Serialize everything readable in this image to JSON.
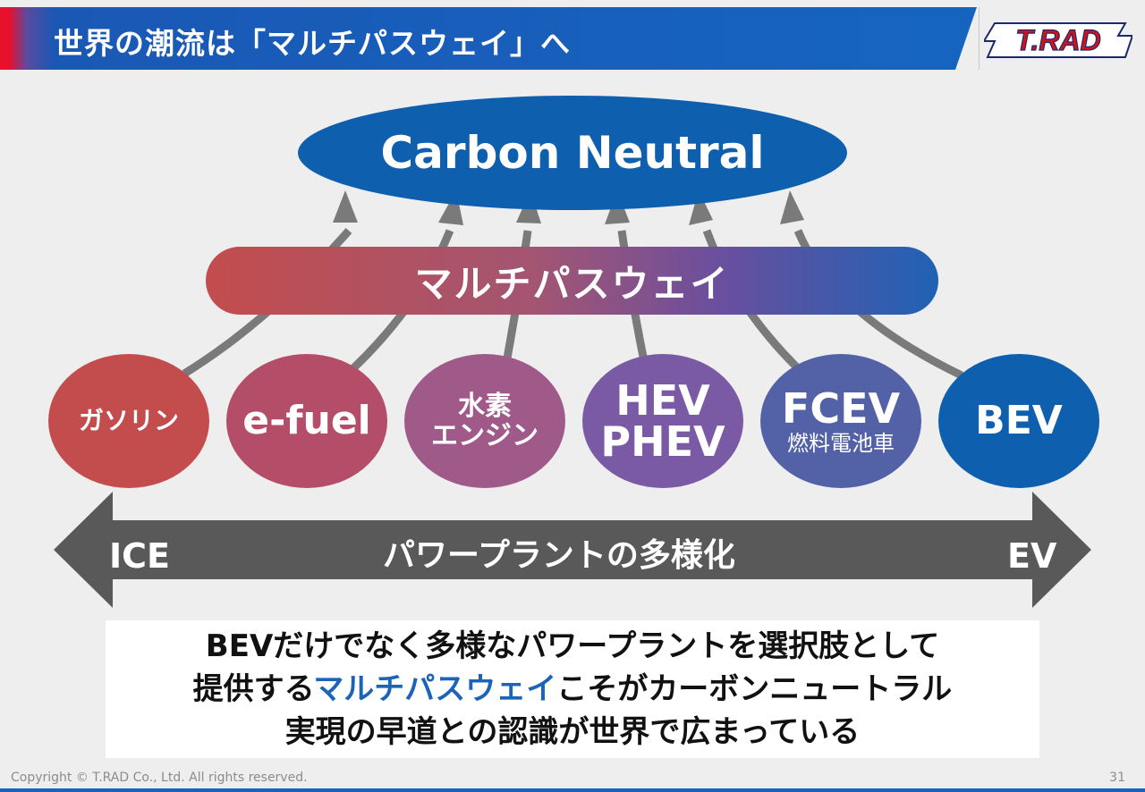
{
  "header": {
    "title": "世界の潮流は「マルチパスウェイ」へ"
  },
  "diagram": {
    "goal": "Carbon Neutral",
    "pathway": "マルチパスウェイ",
    "nodes": [
      {
        "lines": [
          "ガソリン"
        ],
        "color": "#c34d4d"
      },
      {
        "lines": [
          "e-fuel"
        ],
        "color": "#b44e68"
      },
      {
        "lines": [
          "水素",
          "エンジン"
        ],
        "color": "#a05a8a"
      },
      {
        "lines": [
          "HEV",
          "PHEV"
        ],
        "color": "#7a5aa4"
      },
      {
        "lines": [
          "FCEV"
        ],
        "sub": "燃料電池車",
        "color": "#5361a6"
      },
      {
        "lines": [
          "BEV"
        ],
        "color": "#0f5faf"
      }
    ],
    "axis": {
      "left": "ICE",
      "center": "パワープラントの多様化",
      "right": "EV"
    }
  },
  "message": {
    "line1": "BEVだけでなく多様なパワープラントを選択肢として",
    "line2_pre": "提供する",
    "line2_highlight": "マルチパスウェイ",
    "line2_post": "こそがカーボンニュートラル",
    "line3": "実現の早道との認識が世界で広まっている"
  },
  "footer": {
    "copyright": "Copyright © T.RAD Co., Ltd. All rights reserved.",
    "page": "31"
  },
  "logo": {
    "text": "T.RAD"
  },
  "colors": {
    "brand_blue": "#0f5faf",
    "arrow_gray": "#595959",
    "highlight": "#1b64b8"
  }
}
